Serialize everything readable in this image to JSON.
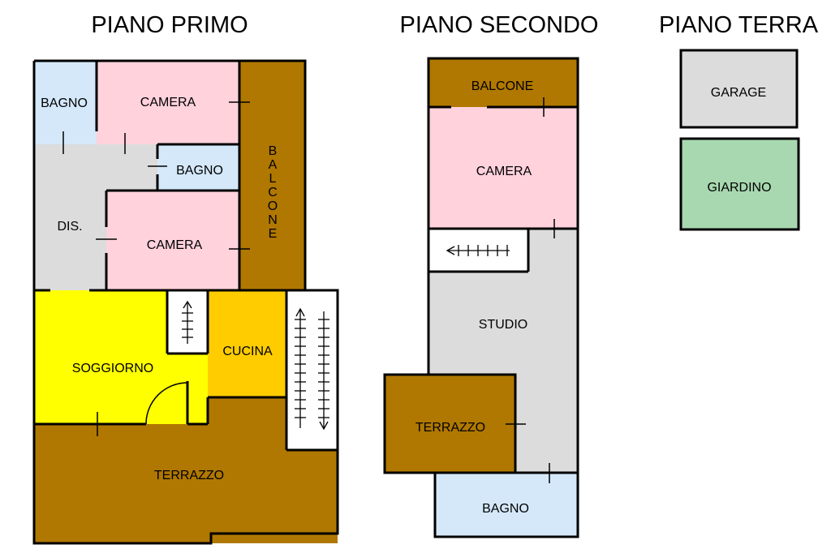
{
  "colors": {
    "bathroom": "#d4e8fa",
    "bedroom": "#ffd2dc",
    "balcony": "#b07800",
    "hall": "#dcdcdc",
    "living": "#ffff00",
    "kitchen": "#ffcc00",
    "garden": "#a8d8b0",
    "wall": "#000000",
    "stairs_bg": "#ffffff"
  },
  "floors": {
    "primo": {
      "title": "PIANO PRIMO",
      "rooms": {
        "bagno_1": "BAGNO",
        "camera_1": "CAMERA",
        "bagno_2": "BAGNO",
        "dis": "DIS.",
        "camera_2": "CAMERA",
        "balcone": [
          "B",
          "A",
          "L",
          "C",
          "O",
          "N",
          "E"
        ],
        "soggiorno": "SOGGIORNO",
        "cucina": "CUCINA",
        "terrazzo": "TERRAZZO"
      }
    },
    "secondo": {
      "title": "PIANO SECONDO",
      "rooms": {
        "balcone": "BALCONE",
        "camera": "CAMERA",
        "studio": "STUDIO",
        "terrazzo": "TERRAZZO",
        "bagno": "BAGNO"
      }
    },
    "terra": {
      "title": "PIANO TERRA",
      "rooms": {
        "garage": "GARAGE",
        "giardino": "GIARDINO"
      }
    }
  }
}
